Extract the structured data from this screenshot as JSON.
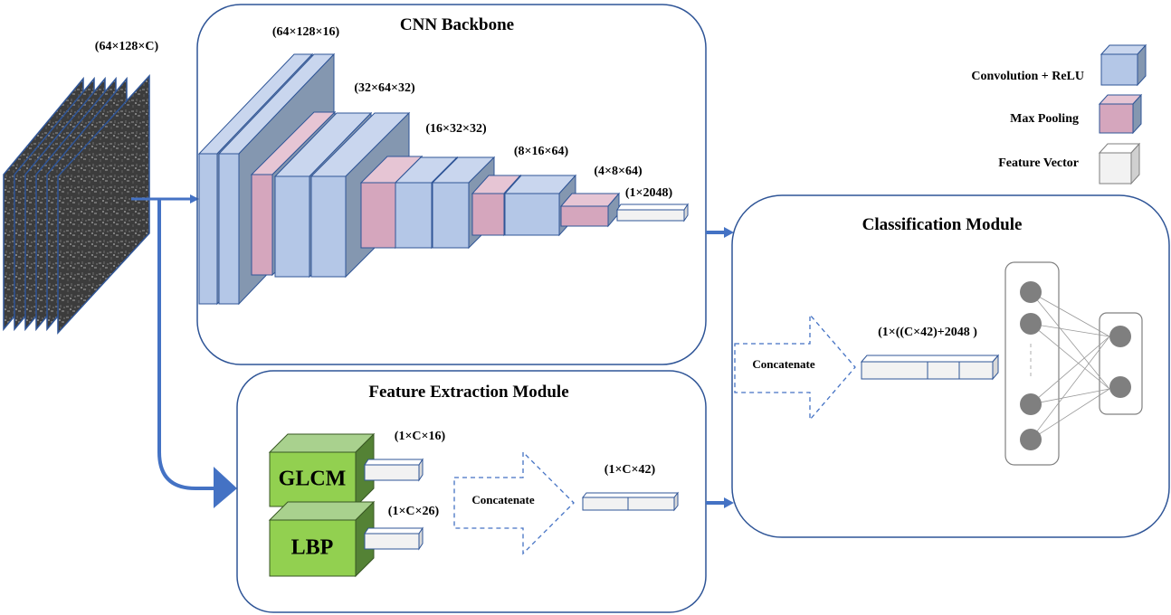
{
  "input": {
    "label": "(64×128×C)"
  },
  "cnn": {
    "title": "CNN Backbone",
    "dims": [
      "(64×128×16)",
      "(32×64×32)",
      "(16×32×32)",
      "(8×16×64)",
      "(4×8×64)",
      "(1×2048)"
    ]
  },
  "legend": {
    "conv": "Convolution + ReLU",
    "pool": "Max Pooling",
    "vec": "Feature Vector"
  },
  "fem": {
    "title": "Feature Extraction Module",
    "glcm": "GLCM",
    "lbp": "LBP",
    "glcm_dim": "(1×C×16)",
    "lbp_dim": "(1×C×26)",
    "concat": "Concatenate",
    "out_dim": "(1×C×42)"
  },
  "cls": {
    "title": "Classification Module",
    "concat": "Concatenate",
    "dim": "(1×((C×42)+2048 )"
  },
  "colors": {
    "conv_front": "#b4c7e7",
    "conv_side": "#8497b0",
    "pool_front": "#d5a6bd",
    "vec_front": "#f2f2f2",
    "green_front": "#92d050",
    "green_dark": "#548235",
    "stroke": "#2f5597",
    "arrow": "#4472c4"
  }
}
